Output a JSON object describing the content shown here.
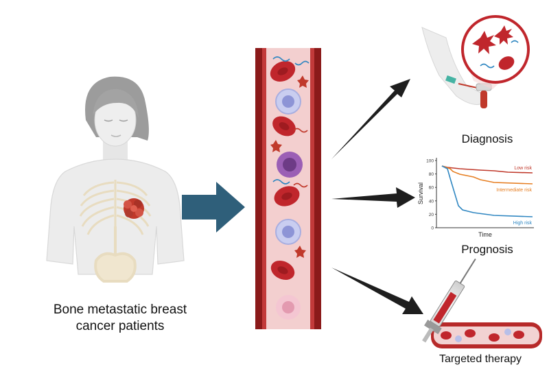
{
  "patient": {
    "caption_line1": "Bone metastatic breast",
    "caption_line2": "cancer patients"
  },
  "diagnosis": {
    "label": "Diagnosis"
  },
  "prognosis": {
    "label": "Prognosis",
    "ylabel": "Survival",
    "xlabel": "Time",
    "yticks": [
      "100",
      "80",
      "60",
      "40",
      "20",
      "0"
    ],
    "series": [
      {
        "name": "Low risk",
        "color": "#c0392b"
      },
      {
        "name": "Intermediate risk",
        "color": "#e67e22"
      },
      {
        "name": "High risk",
        "color": "#2e86c1"
      }
    ]
  },
  "therapy": {
    "label": "Targeted therapy"
  },
  "colors": {
    "vessel_wall": "#8b1a1a",
    "vessel_lumen": "#f3cfcf",
    "rbc": "#c0262c",
    "arrow_main": "#2f5f7a",
    "arrow_dark": "#1e1e1e",
    "skin": "#e9e9e9"
  }
}
